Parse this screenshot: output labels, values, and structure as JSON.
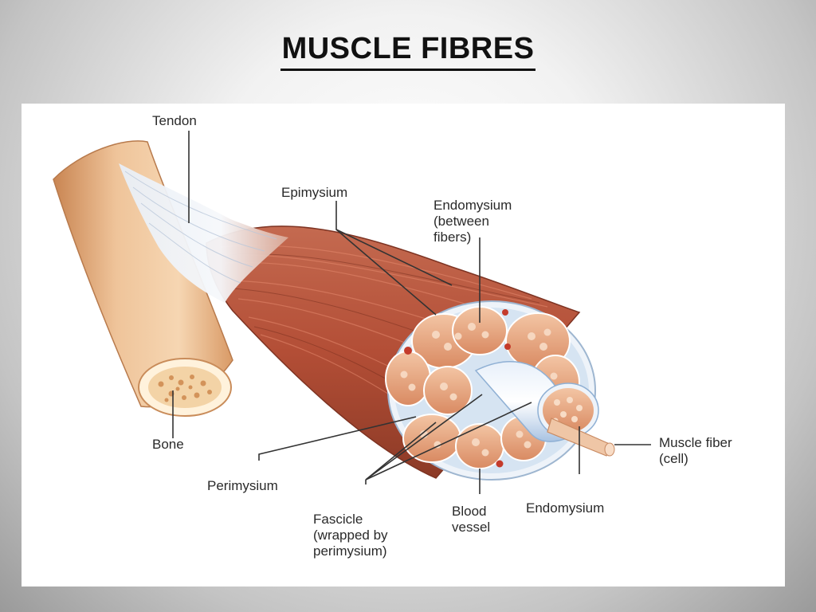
{
  "title": "MUSCLE FIBRES",
  "diagram": {
    "labels": {
      "tendon": "Tendon",
      "epimysium": "Epimysium",
      "endomysium_between": "Endomysium\n(between\nfibers)",
      "bone": "Bone",
      "perimysium": "Perimysium",
      "fascicle": "Fascicle\n(wrapped by\nperimysium)",
      "blood_vessel": "Blood\nvessel",
      "endomysium": "Endomysium",
      "muscle_fiber": "Muscle fiber\n(cell)"
    }
  },
  "colors": {
    "muscle": "#b8553c",
    "muscle_dark": "#8e3c28",
    "bone": "#e9b98c",
    "tendon": "#dfe6f0",
    "perimysium": "#d6e4f2",
    "fiber": "#e89a70",
    "vessel_red": "#c43b2b"
  }
}
